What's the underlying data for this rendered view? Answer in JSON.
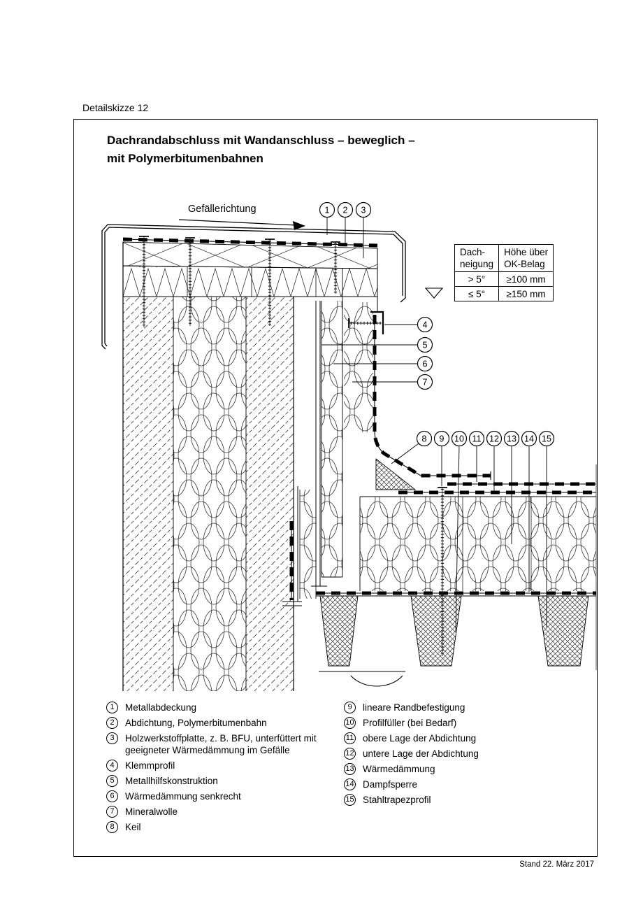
{
  "page": {
    "sheet_label": "Detailskizze 12",
    "footer": "Stand 22. März 2017"
  },
  "title": {
    "line1": "Dachrandabschluss mit Wandanschluss – beweglich –",
    "line2": "mit Polymerbitumenbahnen"
  },
  "drawing": {
    "slope_label": "Gefällerichtung"
  },
  "callouts": [
    "1",
    "2",
    "3",
    "4",
    "5",
    "6",
    "7",
    "8",
    "9",
    "10",
    "11",
    "12",
    "13",
    "14",
    "15"
  ],
  "table": {
    "header": {
      "col1_line1": "Dach-",
      "col1_line2": "neigung",
      "col2_line1": "Höhe über",
      "col2_line2": "OK-Belag"
    },
    "rows": [
      {
        "slope": "> 5°",
        "height": "≥100 mm"
      },
      {
        "slope": "≤ 5°",
        "height": "≥150 mm"
      }
    ]
  },
  "legend": {
    "items_left": [
      {
        "num": "1",
        "label": "Metallabdeckung"
      },
      {
        "num": "2",
        "label": "Abdichtung, Polymerbitumenbahn"
      },
      {
        "num": "3",
        "label": "Holzwerkstoffplatte, z. B. BFU, unterfüttert mit geeigneter Wärmedämmung im Gefälle"
      },
      {
        "num": "4",
        "label": "Klemmprofil"
      },
      {
        "num": "5",
        "label": "Metallhilfskonstruktion"
      },
      {
        "num": "6",
        "label": "Wärmedämmung senkrecht"
      },
      {
        "num": "7",
        "label": "Mineralwolle"
      },
      {
        "num": "8",
        "label": "Keil"
      }
    ],
    "items_right": [
      {
        "num": "9",
        "label": "lineare Randbefestigung"
      },
      {
        "num": "10",
        "label": "Profilfüller (bei Bedarf)"
      },
      {
        "num": "11",
        "label": "obere Lage der Abdichtung"
      },
      {
        "num": "12",
        "label": "untere Lage der Abdichtung"
      },
      {
        "num": "13",
        "label": "Wärmedämmung"
      },
      {
        "num": "14",
        "label": "Dampfsperre"
      },
      {
        "num": "15",
        "label": "Stahltrapezprofil"
      }
    ]
  }
}
